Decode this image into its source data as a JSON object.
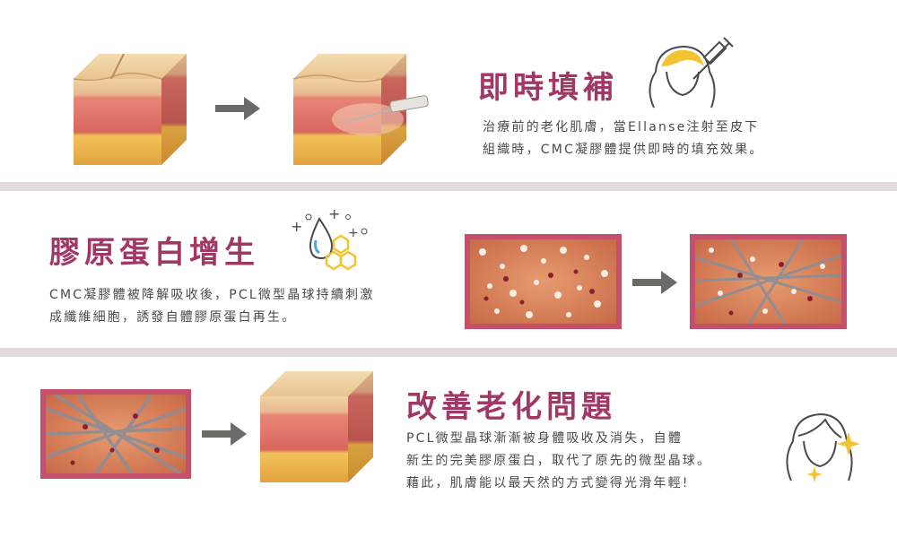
{
  "sections": [
    {
      "title": "即時填補",
      "lines": [
        "治療前的老化肌膚，當Ellanse注射至皮下",
        "組織時，CMC凝膠體提供即時的填充效果。"
      ]
    },
    {
      "title": "膠原蛋白增生",
      "lines": [
        "CMC凝膠體被降解吸收後，PCL微型晶球持續刺激",
        "成纖維細胞，誘發自體膠原蛋白再生。"
      ]
    },
    {
      "title": "改善老化問題",
      "lines": [
        "PCL微型晶球漸漸被身體吸收及消失，自體",
        "新生的完美膠原蛋白，取代了原先的微型晶球。",
        "藉此，肌膚能以最天然的方式變得光滑年輕!"
      ]
    }
  ],
  "colors": {
    "title": "#a13764",
    "band": "#e5dadd",
    "frame": "#c4506b",
    "arrow": "#6a6a66",
    "icon_gold": "#f3c431",
    "icon_line": "#4a4a4a",
    "icon_blue": "#4fa8d4"
  },
  "icons": [
    "woman-syringe-icon",
    "water-drop-molecule-icon",
    "woman-sparkle-icon"
  ]
}
